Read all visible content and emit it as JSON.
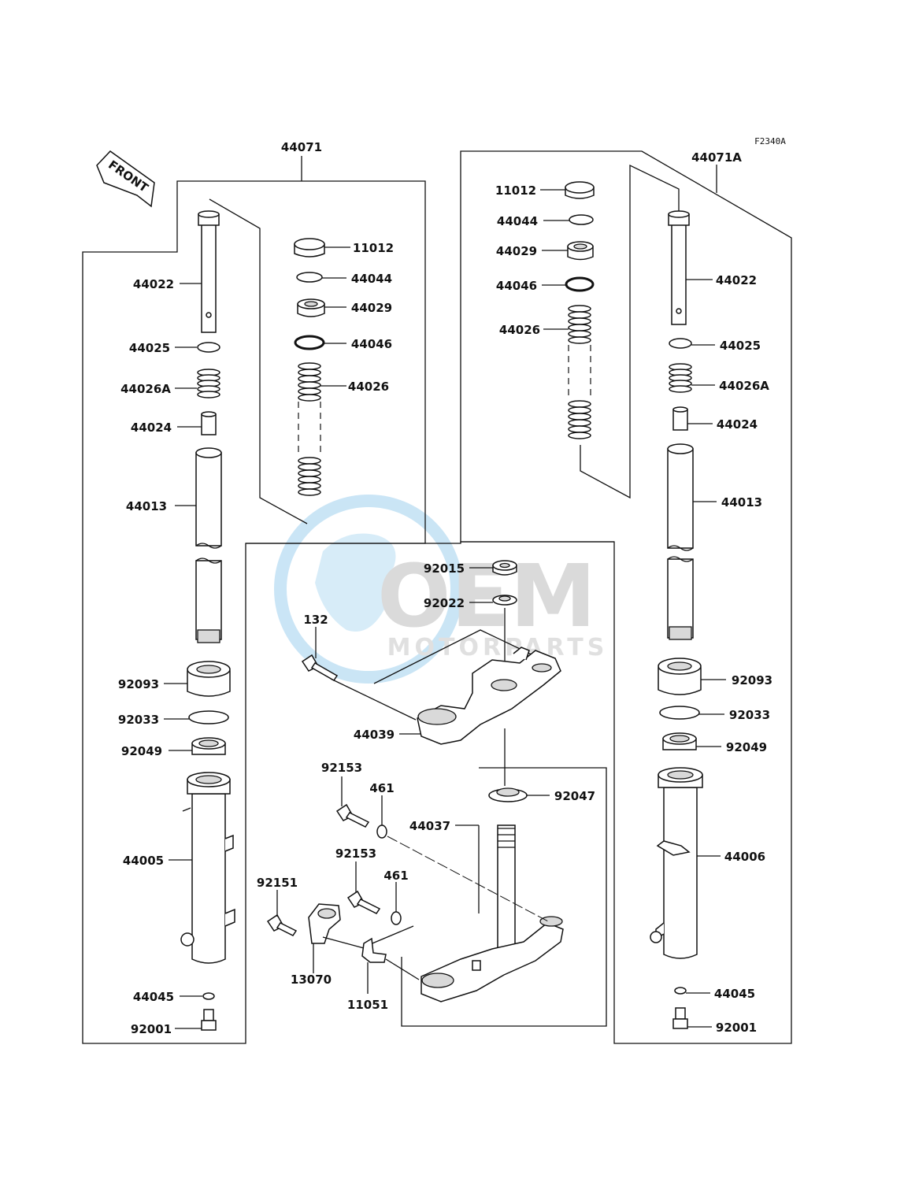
{
  "diagram_code": "F2340A",
  "front_badge": "FRONT",
  "watermark": {
    "brand": "OEM",
    "sub": "MOTORPARTS"
  },
  "left_fork": {
    "assembly": "44071",
    "parts": {
      "tube": "44022",
      "circlip": "44025",
      "short_spring": "44026A",
      "piece": "44024",
      "inner_tube": "44013",
      "dust_seal": "92093",
      "snap_ring": "92033",
      "oil_seal": "92049",
      "outer_tube": "44005",
      "gasket": "44045",
      "bolt": "92001",
      "cap": "11012",
      "ring": "44044",
      "spring_seat": "44029",
      "o_ring": "44046",
      "spring": "44026"
    }
  },
  "right_fork": {
    "assembly": "44071A",
    "parts": {
      "cap": "11012",
      "ring": "44044",
      "spring_seat": "44029",
      "o_ring": "44046",
      "spring": "44026",
      "tube": "44022",
      "circlip": "44025",
      "short_spring": "44026A",
      "piece": "44024",
      "inner_tube": "44013",
      "dust_seal": "92093",
      "snap_ring": "92033",
      "oil_seal": "92049",
      "outer_tube": "44006",
      "gasket": "44045",
      "bolt": "92001"
    }
  },
  "center": {
    "nut": "92015",
    "washer": "92022",
    "bolt": "132",
    "upper_bracket": "44039",
    "steering_stem_assy": "44037",
    "stem_washer": "92047",
    "bolt_a": "92153",
    "washer_a": "461",
    "bolt_b": "92153",
    "washer_b": "461",
    "clamp_bolt": "92151",
    "clamp": "13070",
    "bracket": "11051"
  }
}
